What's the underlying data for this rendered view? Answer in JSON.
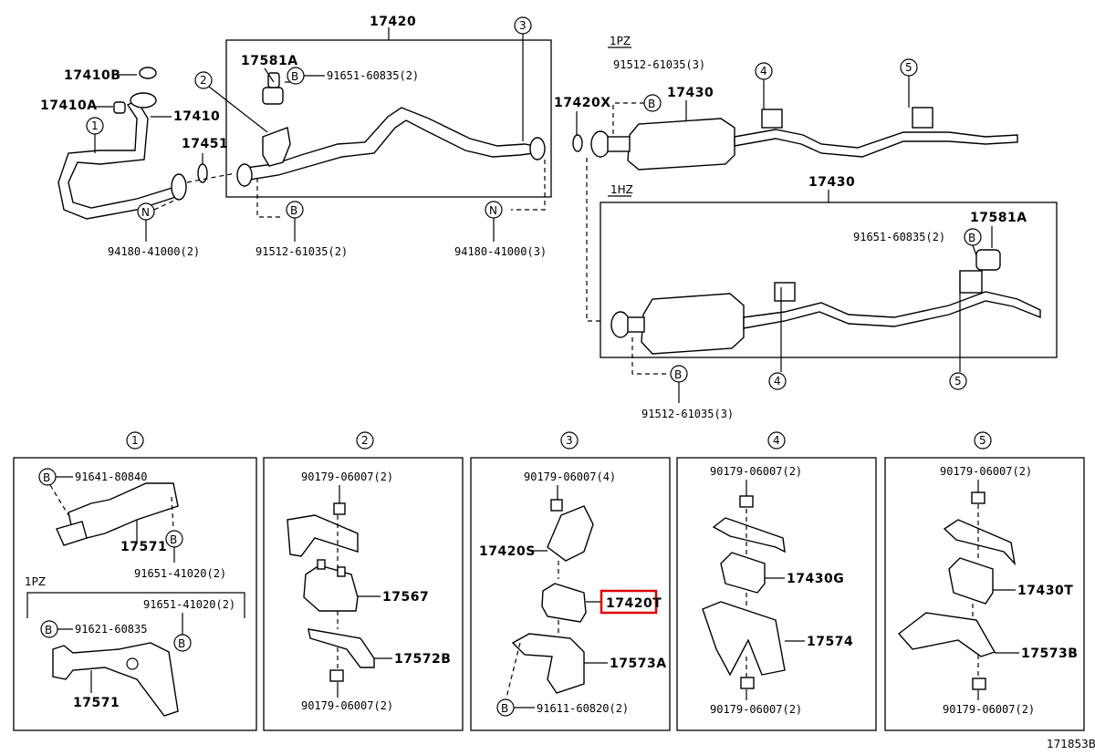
{
  "labels": {
    "p17420": "17420",
    "p17410B": "17410B",
    "p17410A": "17410A",
    "p17410": "17410",
    "p17451": "17451",
    "p17581A_top": "17581A",
    "b_91651_60835_top": "91651-60835(2)",
    "n_94180_41000_2": "94180-41000(2)",
    "b_91512_61035_2": "91512-61035(2)",
    "n_94180_41000_3": "94180-41000(3)",
    "p17420X": "17420X",
    "eng_1pz": "1PZ",
    "b_91512_61035_3_top": "91512-61035(3)",
    "p17430_top": "17430",
    "eng_1hz": "1HZ",
    "p17430_bot": "17430",
    "p17581A_bot": "17581A",
    "b_91651_60835_bot": "91651-60835(2)",
    "b_91512_61035_3_bot": "91512-61035(3)",
    "d1_91641_80840": "91641-80840",
    "d1_17571a": "17571",
    "d1_91651_41020a": "91651-41020(2)",
    "d1_1pz": "1PZ",
    "d1_91651_41020b": "91651-41020(2)",
    "d1_91621_60835": "91621-60835",
    "d1_17571b": "17571",
    "d2_90179_top": "90179-06007(2)",
    "d2_17567": "17567",
    "d2_17572B": "17572B",
    "d2_90179_bot": "90179-06007(2)",
    "d3_90179_top": "90179-06007(4)",
    "d3_17420S": "17420S",
    "d3_17420T": "17420T",
    "d3_17573A": "17573A",
    "d3_91611_60820": "91611-60820(2)",
    "d4_90179_top": "90179-06007(2)",
    "d4_17430G": "17430G",
    "d4_17574": "17574",
    "d4_90179_bot": "90179-06007(2)",
    "d5_90179_top": "90179-06007(2)",
    "d5_17430T": "17430T",
    "d5_17573B": "17573B",
    "d5_90179_bot": "90179-06007(2)",
    "figure_id": "171853B"
  },
  "markers": {
    "m1": "1",
    "m2": "2",
    "m3": "3",
    "m4": "4",
    "m5": "5",
    "B": "B",
    "N": "N"
  },
  "highlight": {
    "part": "17420T",
    "color": "#e00000"
  }
}
